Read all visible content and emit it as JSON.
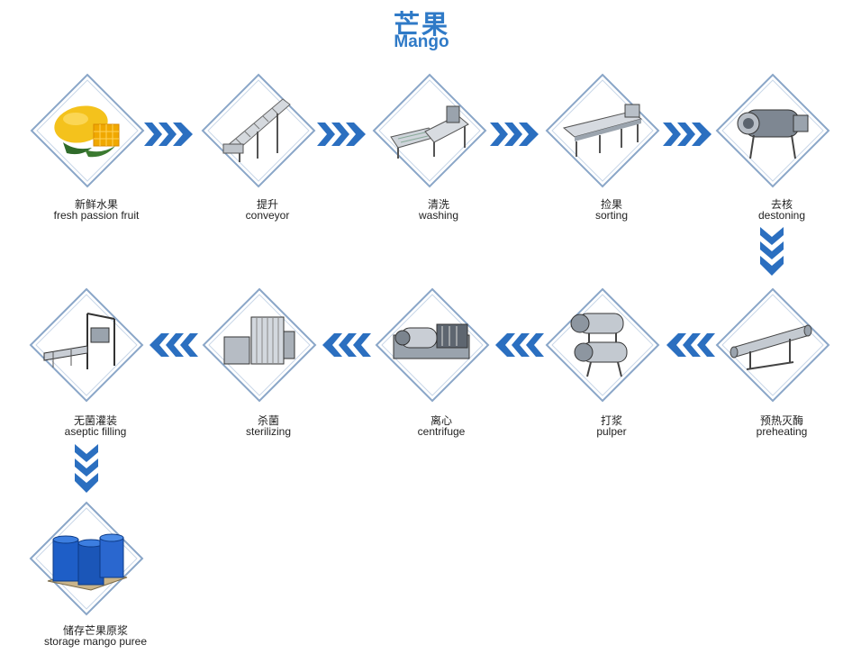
{
  "title": {
    "cn": "芒果",
    "en": "Mango"
  },
  "colors": {
    "accent": "#2f7ac7",
    "diamond_border": "#8aa6c8",
    "arrow": "#2b6fc0"
  },
  "steps": [
    {
      "cn": "新鲜水果",
      "en": "fresh passion fruit",
      "icon": "mango-fruit-icon"
    },
    {
      "cn": "提升",
      "en": "conveyor",
      "icon": "conveyor-machine-icon"
    },
    {
      "cn": "清洗",
      "en": "washing",
      "icon": "washing-machine-icon"
    },
    {
      "cn": "捡果",
      "en": "sorting",
      "icon": "sorting-table-icon"
    },
    {
      "cn": "去核",
      "en": "destoning",
      "icon": "destoner-machine-icon"
    },
    {
      "cn": "预热灭酶",
      "en": "preheating",
      "icon": "preheater-machine-icon"
    },
    {
      "cn": "打浆",
      "en": "pulper",
      "icon": "pulper-machine-icon"
    },
    {
      "cn": "离心",
      "en": "centrifuge",
      "icon": "centrifuge-machine-icon"
    },
    {
      "cn": "杀菌",
      "en": "sterilizing",
      "icon": "sterilizer-machine-icon"
    },
    {
      "cn": "无菌灌装",
      "en": "aseptic filling",
      "icon": "aseptic-filler-icon"
    },
    {
      "cn": "储存芒果原浆",
      "en": "storage mango puree",
      "icon": "storage-drums-icon"
    }
  ]
}
